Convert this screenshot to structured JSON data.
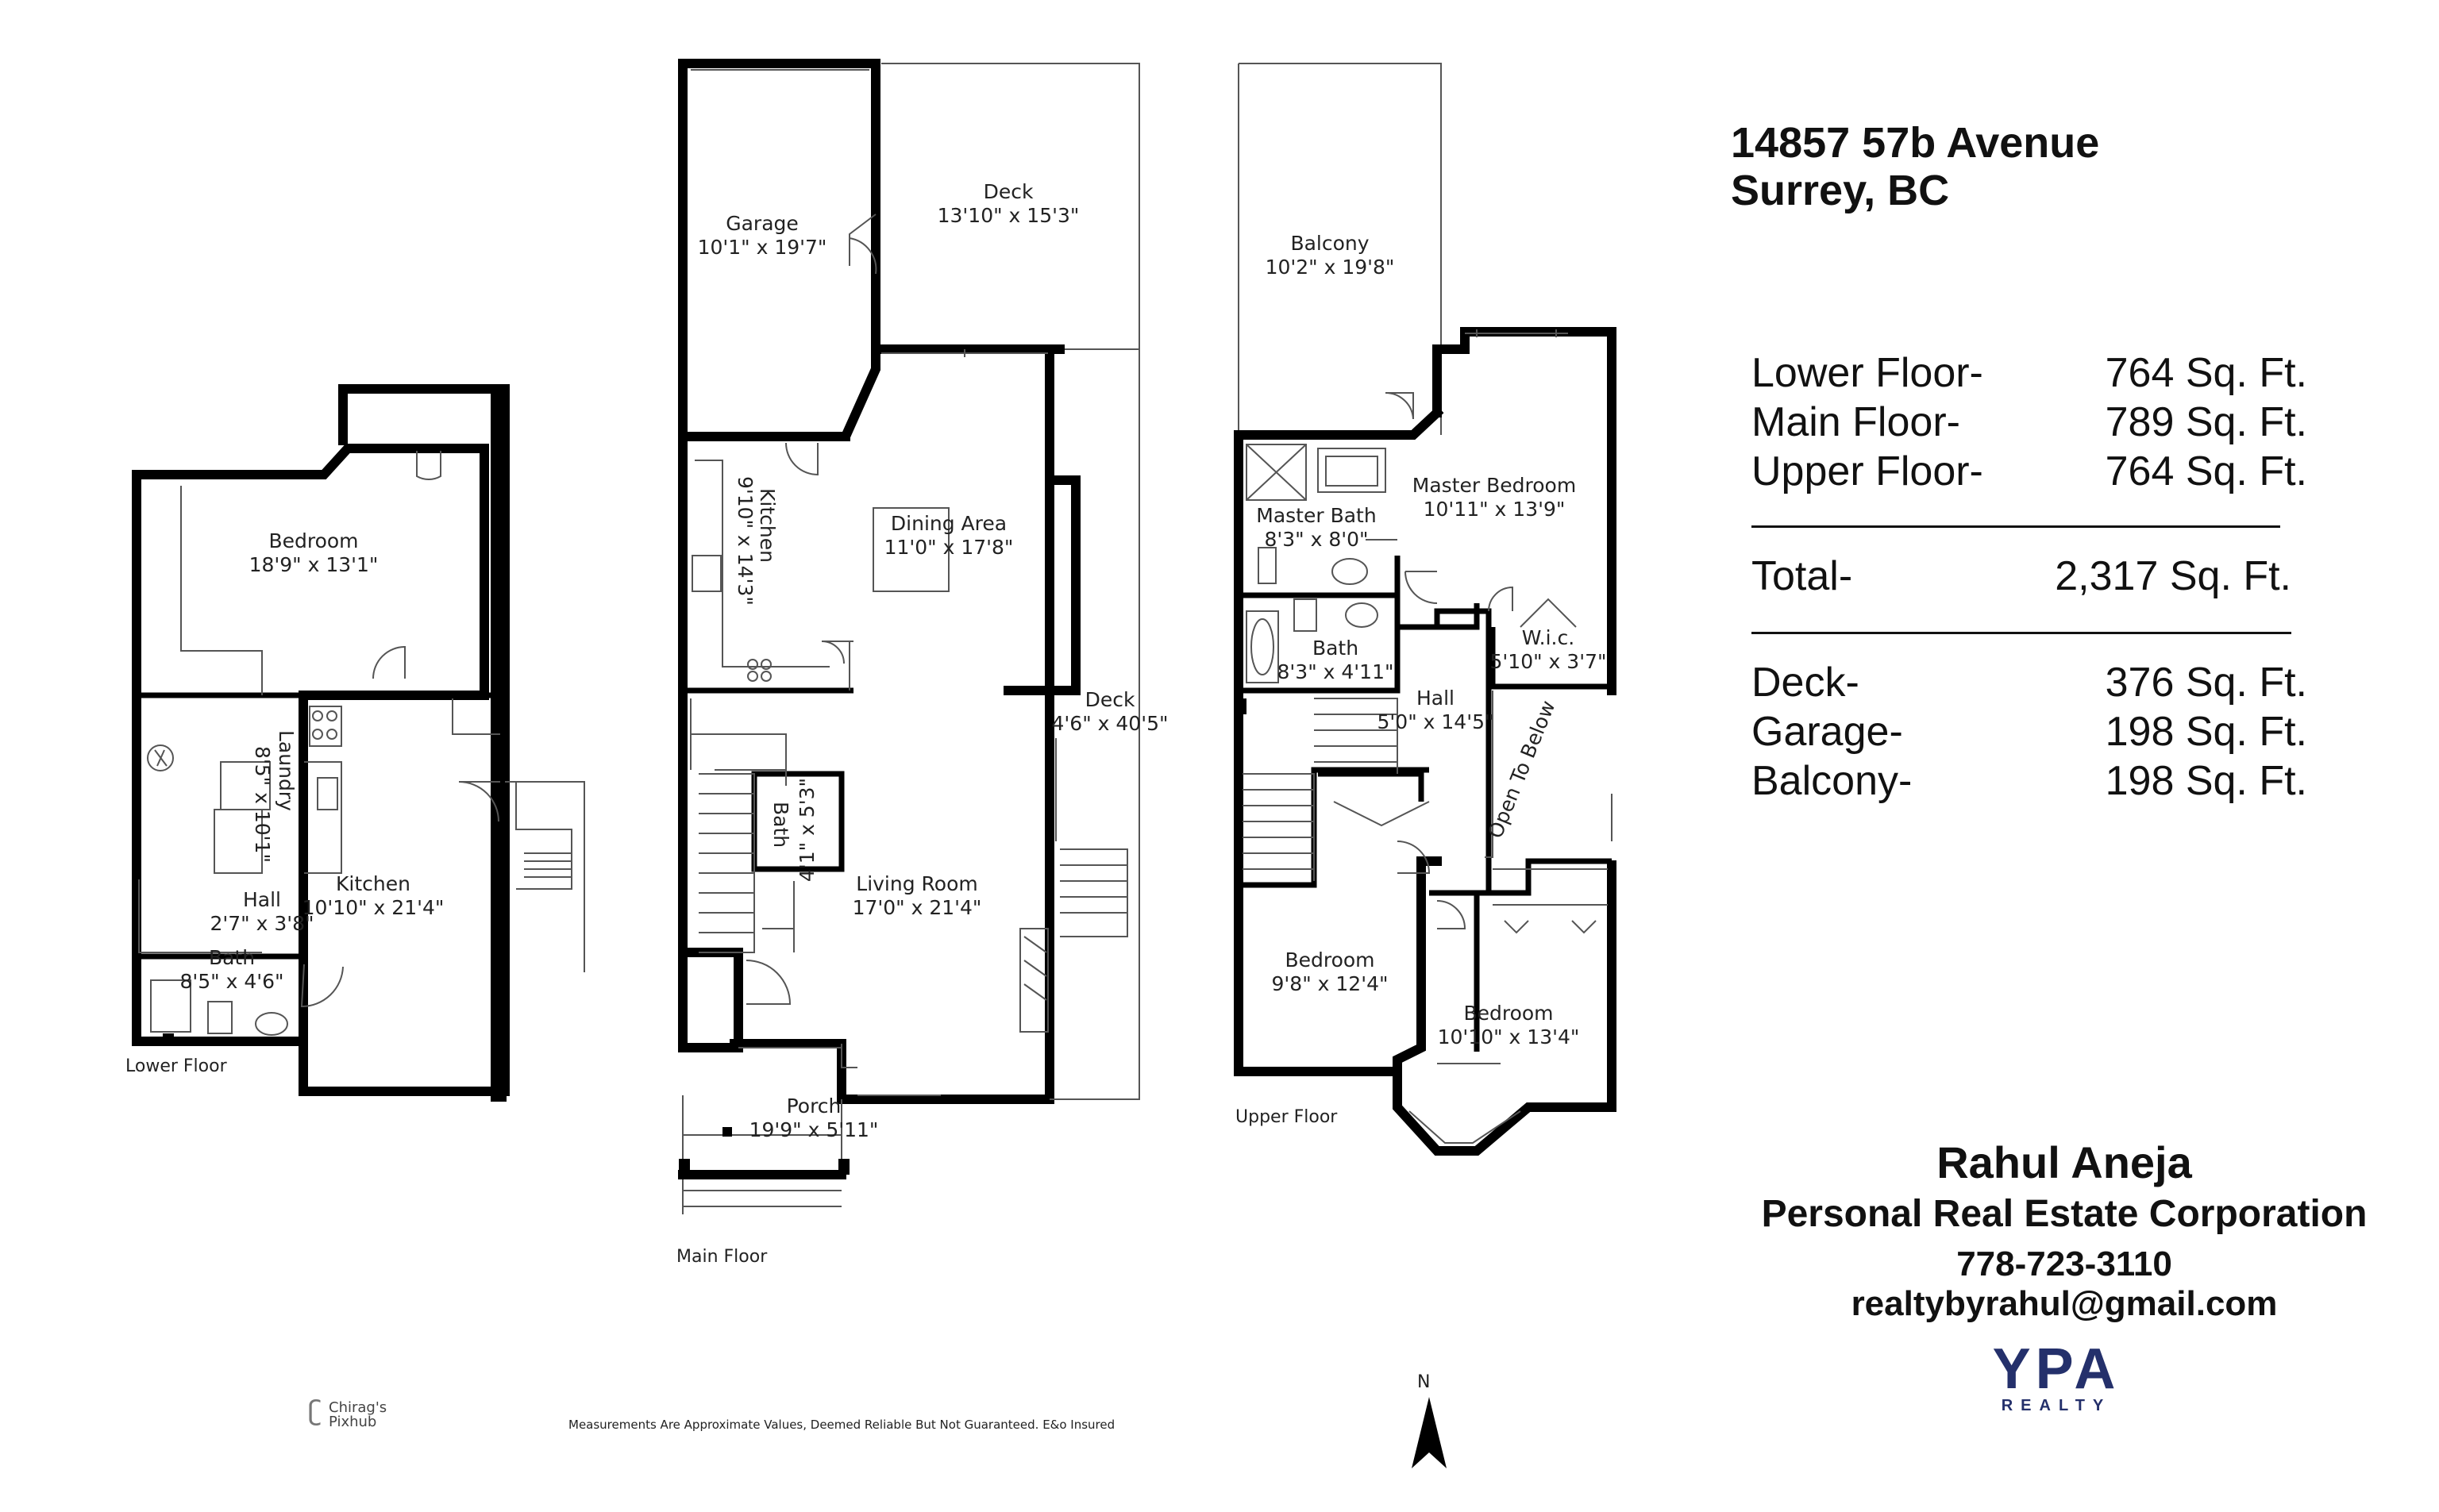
{
  "property": {
    "address_line1": "14857 57b Avenue",
    "address_line2": "Surrey, BC"
  },
  "areas": {
    "floors": [
      {
        "label": "Lower Floor-",
        "value": "764 Sq. Ft."
      },
      {
        "label": "Main Floor-",
        "value": "789 Sq. Ft."
      },
      {
        "label": "Upper Floor-",
        "value": "764 Sq. Ft."
      }
    ],
    "total": {
      "label": "Total-",
      "value": "2,317 Sq. Ft."
    },
    "extras": [
      {
        "label": "Deck-",
        "value": "376 Sq. Ft."
      },
      {
        "label": "Garage-",
        "value": "198 Sq. Ft."
      },
      {
        "label": "Balcony-",
        "value": "198 Sq. Ft."
      }
    ]
  },
  "agent": {
    "name": "Rahul Aneja",
    "company": "Personal Real Estate Corporation",
    "phone": "778-723-3110",
    "email": "realtybyrahul@gmail.com"
  },
  "brand": {
    "logo_text": "YPA",
    "logo_sub": "REALTY",
    "color": "#24306b"
  },
  "floors": {
    "lower": {
      "label": "Lower Floor",
      "rooms": [
        {
          "name": "Bedroom",
          "dims": "18'9\" x 13'1\""
        },
        {
          "name": "Laundry",
          "dims": "8'5\" x 10'1\""
        },
        {
          "name": "Kitchen",
          "dims": "10'10\" x 21'4\""
        },
        {
          "name": "Hall",
          "dims": "2'7\" x 3'8\""
        },
        {
          "name": "Bath",
          "dims": "8'5\" x 4'6\""
        }
      ]
    },
    "main": {
      "label": "Main Floor",
      "rooms": [
        {
          "name": "Garage",
          "dims": "10'1\" x 19'7\""
        },
        {
          "name": "Deck",
          "dims": "13'10\" x 15'3\""
        },
        {
          "name": "Kitchen",
          "dims": "9'10\" x 14'3\""
        },
        {
          "name": "Dining Area",
          "dims": "11'0\" x 17'8\""
        },
        {
          "name": "Deck",
          "dims": "4'6\" x 40'5\""
        },
        {
          "name": "Bath",
          "dims": "4'1\" x 5'3\""
        },
        {
          "name": "Living Room",
          "dims": "17'0\" x 21'4\""
        },
        {
          "name": "Porch",
          "dims": "19'9\" x 5'11\""
        }
      ]
    },
    "upper": {
      "label": "Upper Floor",
      "rooms": [
        {
          "name": "Balcony",
          "dims": "10'2\" x 19'8\""
        },
        {
          "name": "Master Bedroom",
          "dims": "10'11\" x 13'9\""
        },
        {
          "name": "Master Bath",
          "dims": "8'3\" x 8'0\""
        },
        {
          "name": "Bath",
          "dims": "8'3\" x 4'11\""
        },
        {
          "name": "W.i.c.",
          "dims": "5'10\" x 3'7\""
        },
        {
          "name": "Hall",
          "dims": "5'0\" x 14'5\""
        },
        {
          "name": "Open To Below",
          "dims": ""
        },
        {
          "name": "Bedroom",
          "dims": "9'8\" x 12'4\""
        },
        {
          "name": "Bedroom",
          "dims": "10'10\" x 13'4\""
        }
      ]
    }
  },
  "compass": {
    "label": "N"
  },
  "disclaimer": "Measurements Are Approximate Values, Deemed Reliable But Not Guaranteed. E&o Insured",
  "credit": {
    "line1": "Chirag's",
    "line2": "Pixhub"
  }
}
